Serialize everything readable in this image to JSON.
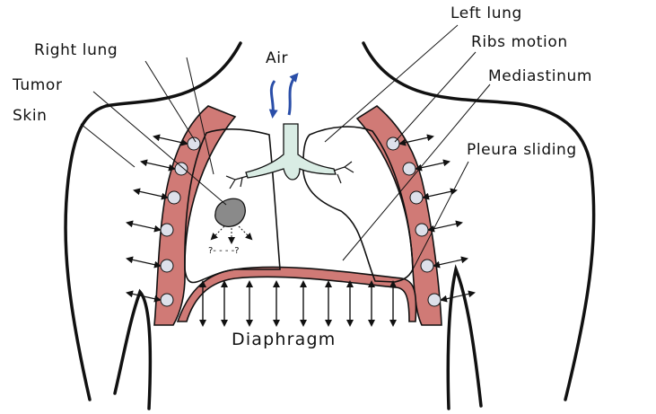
{
  "labels": {
    "left_lung": "Left lung",
    "right_lung": "Right lung",
    "ribs_motion": "Ribs motion",
    "air": "Air",
    "tumor": "Tumor",
    "mediastinum": "Mediastinum",
    "skin": "Skin",
    "pleura_sliding": "Pleura sliding",
    "diaphragm": "Diaphragm",
    "tumor_uncertainty": "?- - - -?"
  },
  "colors": {
    "rib_fill": "#d07a76",
    "diaphragm_fill": "#d07a76",
    "trachea_fill": "#d9ece4",
    "tumor_fill": "#8a8a8a",
    "air_arrow": "#2a4ea8",
    "outline": "#111111",
    "marker_fill": "#dde0ea"
  },
  "icons": {
    "air_flow": "air-flow-arrows-icon",
    "tumor": "tumor-blob-icon",
    "motion": "double-headed-arrow-icon"
  }
}
